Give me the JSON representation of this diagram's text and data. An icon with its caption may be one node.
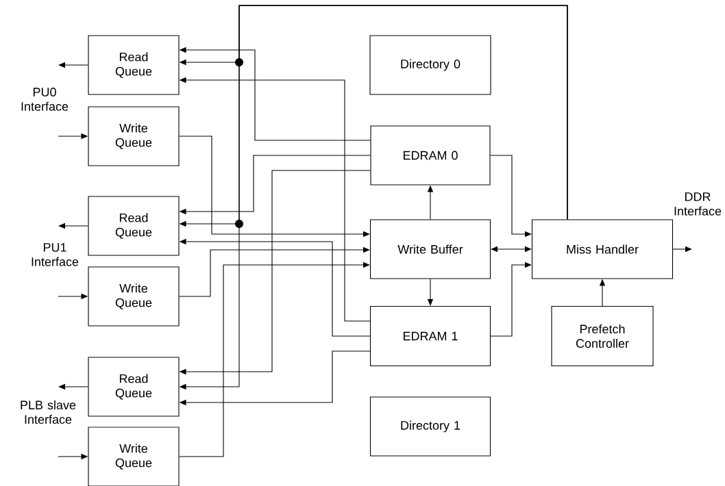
{
  "diagram": {
    "nodes": [
      {
        "text": [
          "Read Queue"
        ]
      },
      {
        "text": [
          "Write Queue"
        ]
      },
      {
        "text": [
          "Read Queue"
        ]
      },
      {
        "text": [
          "Write Queue"
        ]
      },
      {
        "text": [
          "Read Queue"
        ]
      },
      {
        "text": [
          "Write Queue"
        ]
      },
      {
        "text": [
          "Directory 0"
        ]
      },
      {
        "text": [
          "EDRAM 0"
        ]
      },
      {
        "text": [
          "Write Buffer"
        ]
      },
      {
        "text": [
          "EDRAM 1"
        ]
      },
      {
        "text": [
          "Directory 1"
        ]
      },
      {
        "text": [
          "Miss Handler"
        ]
      },
      {
        "text": [
          "Prefetch Controller"
        ]
      }
    ],
    "edges": [
      {
        "from": 0,
        "to": null,
        "arrow": "to"
      },
      {
        "from": null,
        "to": 1,
        "arrow": "to"
      },
      {
        "from": 2,
        "to": null,
        "arrow": "to"
      },
      {
        "from": null,
        "to": 3,
        "arrow": "to"
      },
      {
        "from": 4,
        "to": null,
        "arrow": "to"
      },
      {
        "from": null,
        "to": 5,
        "arrow": "to"
      },
      {
        "from": 11,
        "to": 0,
        "arrow": "to"
      },
      {
        "from": 11,
        "to": 2,
        "arrow": "to"
      },
      {
        "from": 11,
        "to": 4,
        "arrow": "to"
      },
      {
        "from": 7,
        "to": 0,
        "arrow": "to"
      },
      {
        "from": 7,
        "to": 2,
        "arrow": "to"
      },
      {
        "from": 7,
        "to": 4,
        "arrow": "to"
      },
      {
        "from": 9,
        "to": 0,
        "arrow": "to"
      },
      {
        "from": 9,
        "to": 2,
        "arrow": "to"
      },
      {
        "from": 9,
        "to": 4,
        "arrow": "to"
      },
      {
        "from": 1,
        "to": 8,
        "arrow": "to"
      },
      {
        "from": 3,
        "to": 8,
        "arrow": "to"
      },
      {
        "from": 5,
        "to": 8,
        "arrow": "to"
      },
      {
        "from": 8,
        "to": 7,
        "arrow": "to"
      },
      {
        "from": 8,
        "to": 9,
        "arrow": "to"
      },
      {
        "from": 8,
        "to": 11,
        "arrow": "both"
      },
      {
        "from": 7,
        "to": 11,
        "arrow": "to"
      },
      {
        "from": 9,
        "to": 11,
        "arrow": "to"
      },
      {
        "from": 12,
        "to": 11,
        "arrow": "to"
      },
      {
        "from": 11,
        "to": null,
        "arrow": "to"
      }
    ],
    "labels": [
      "PU0 Interface",
      "PU1 Interface",
      "PLB slave Interface",
      "DDR Interface"
    ]
  }
}
